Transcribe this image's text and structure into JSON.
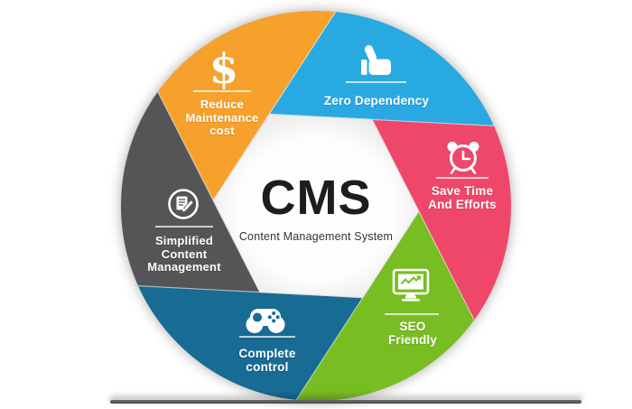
{
  "diagram": {
    "center": {
      "title": "CMS",
      "subtitle": "Content Management System"
    },
    "segments": [
      {
        "id": "reduce-maintenance-cost",
        "label": "Reduce\nMaintenance\ncost",
        "icon": "dollar-icon",
        "icon_glyph": "$",
        "color": "#F6A12B"
      },
      {
        "id": "zero-dependency",
        "label": "Zero Dependency",
        "icon": "thumbs-up-icon",
        "color": "#29A9E1"
      },
      {
        "id": "save-time-and-efforts",
        "label": "Save Time\nAnd Efforts",
        "icon": "alarm-clock-icon",
        "color": "#EF4769"
      },
      {
        "id": "seo-friendly",
        "label": "SEO\nFriendly",
        "icon": "monitor-chart-icon",
        "color": "#78BD22"
      },
      {
        "id": "complete-control",
        "label": "Complete\ncontrol",
        "icon": "gamepad-icon",
        "color": "#186B93"
      },
      {
        "id": "simplified-content-management",
        "label": "Simplified\nContent\nManagement",
        "icon": "document-edit-icon",
        "color": "#555558"
      }
    ],
    "ground_bar_color": "#555555",
    "center_fill": "#ffffff"
  }
}
